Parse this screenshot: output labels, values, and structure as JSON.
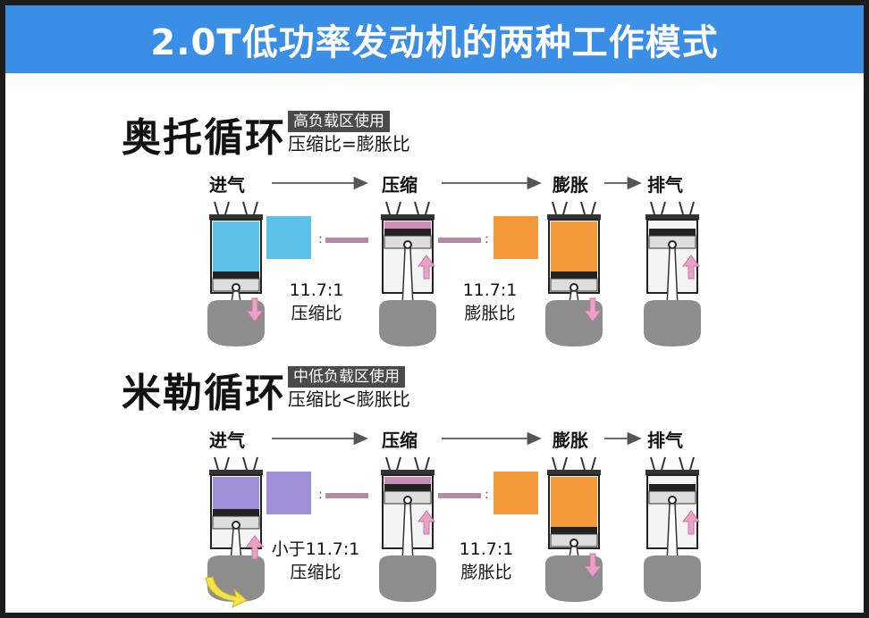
{
  "title": "2.0T低功率发动机的两种工作模式",
  "colors": {
    "banner": "#3a8ee6",
    "intake_blue": "#5bc0ea",
    "intake_purple": "#9e8fd6",
    "expansion_orange": "#f59a3a",
    "arrow_pink": "#e9a2c6"
  },
  "otto": {
    "title": "奥托循环",
    "usage_tag": "高负载区使用",
    "ratio_rule": "压缩比=膨胀比",
    "stages": [
      "进气",
      "压缩",
      "膨胀",
      "排气"
    ],
    "compression": {
      "value": "11.7:1",
      "label": "压缩比"
    },
    "expansion": {
      "value": "11.7:1",
      "label": "膨胀比"
    }
  },
  "miller": {
    "title": "米勒循环",
    "usage_tag": "中低负载区使用",
    "ratio_rule": "压缩比<膨胀比",
    "stages": [
      "进气",
      "压缩",
      "膨胀",
      "排气"
    ],
    "compression": {
      "value": "小于11.7:1",
      "label": "压缩比"
    },
    "expansion": {
      "value": "11.7:1",
      "label": "膨胀比"
    }
  },
  "icons": [
    "flow-arrow-icon",
    "piston-arrow-icon",
    "rotation-arrow-icon"
  ]
}
